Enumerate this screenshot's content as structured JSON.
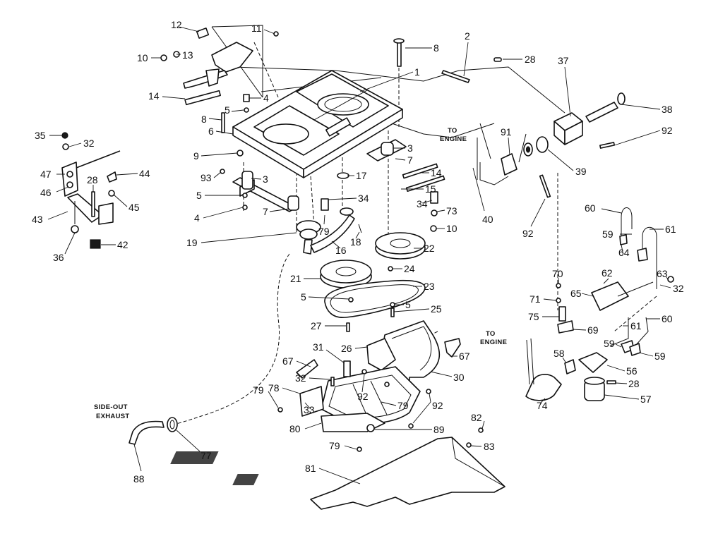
{
  "notes": {
    "to_engine_top_1": "TO",
    "to_engine_top_2": "ENGINE",
    "to_engine_right_1": "TO",
    "to_engine_right_2": "ENGINE",
    "side_out_1": "SIDE-OUT",
    "side_out_2": "EXHAUST"
  },
  "callouts": [
    {
      "id": "12",
      "text": "12"
    },
    {
      "id": "11",
      "text": "11"
    },
    {
      "id": "10a",
      "text": "10"
    },
    {
      "id": "13",
      "text": "13"
    },
    {
      "id": "14a",
      "text": "14"
    },
    {
      "id": "8a",
      "text": "8"
    },
    {
      "id": "2",
      "text": "2"
    },
    {
      "id": "28a",
      "text": "28"
    },
    {
      "id": "37",
      "text": "37"
    },
    {
      "id": "1",
      "text": "1"
    },
    {
      "id": "4a",
      "text": "4"
    },
    {
      "id": "5a",
      "text": "5"
    },
    {
      "id": "8b",
      "text": "8"
    },
    {
      "id": "6",
      "text": "6"
    },
    {
      "id": "38",
      "text": "38"
    },
    {
      "id": "92a",
      "text": "92"
    },
    {
      "id": "35",
      "text": "35"
    },
    {
      "id": "32a",
      "text": "32"
    },
    {
      "id": "91",
      "text": "91"
    },
    {
      "id": "3a",
      "text": "3"
    },
    {
      "id": "7a",
      "text": "7"
    },
    {
      "id": "9",
      "text": "9"
    },
    {
      "id": "39",
      "text": "39"
    },
    {
      "id": "47",
      "text": "47"
    },
    {
      "id": "44",
      "text": "44"
    },
    {
      "id": "93",
      "text": "93"
    },
    {
      "id": "3b",
      "text": "3"
    },
    {
      "id": "17",
      "text": "17"
    },
    {
      "id": "14b",
      "text": "14"
    },
    {
      "id": "46",
      "text": "46"
    },
    {
      "id": "28b",
      "text": "28"
    },
    {
      "id": "45",
      "text": "45"
    },
    {
      "id": "5b",
      "text": "5"
    },
    {
      "id": "15",
      "text": "15"
    },
    {
      "id": "34a",
      "text": "34"
    },
    {
      "id": "34b",
      "text": "34"
    },
    {
      "id": "73",
      "text": "73"
    },
    {
      "id": "43",
      "text": "43"
    },
    {
      "id": "4b",
      "text": "4"
    },
    {
      "id": "7b",
      "text": "7"
    },
    {
      "id": "40",
      "text": "40"
    },
    {
      "id": "92b",
      "text": "92"
    },
    {
      "id": "60a",
      "text": "60"
    },
    {
      "id": "10b",
      "text": "10"
    },
    {
      "id": "79a",
      "text": "79"
    },
    {
      "id": "59a",
      "text": "59"
    },
    {
      "id": "61a",
      "text": "61"
    },
    {
      "id": "42",
      "text": "42"
    },
    {
      "id": "19",
      "text": "19"
    },
    {
      "id": "18",
      "text": "18"
    },
    {
      "id": "22",
      "text": "22"
    },
    {
      "id": "36",
      "text": "36"
    },
    {
      "id": "16",
      "text": "16"
    },
    {
      "id": "64",
      "text": "64"
    },
    {
      "id": "24",
      "text": "24"
    },
    {
      "id": "21",
      "text": "21"
    },
    {
      "id": "70",
      "text": "70"
    },
    {
      "id": "62",
      "text": "62"
    },
    {
      "id": "63",
      "text": "63"
    },
    {
      "id": "23",
      "text": "23"
    },
    {
      "id": "32b",
      "text": "32"
    },
    {
      "id": "71",
      "text": "71"
    },
    {
      "id": "5c",
      "text": "5"
    },
    {
      "id": "65",
      "text": "65"
    },
    {
      "id": "5d",
      "text": "5"
    },
    {
      "id": "25",
      "text": "25"
    },
    {
      "id": "75",
      "text": "75"
    },
    {
      "id": "60b",
      "text": "60"
    },
    {
      "id": "61b",
      "text": "61"
    },
    {
      "id": "27",
      "text": "27"
    },
    {
      "id": "69",
      "text": "69"
    },
    {
      "id": "67a",
      "text": "67"
    },
    {
      "id": "59b",
      "text": "59"
    },
    {
      "id": "31",
      "text": "31"
    },
    {
      "id": "26",
      "text": "26"
    },
    {
      "id": "59c",
      "text": "59"
    },
    {
      "id": "58",
      "text": "58"
    },
    {
      "id": "67b",
      "text": "67"
    },
    {
      "id": "56",
      "text": "56"
    },
    {
      "id": "30",
      "text": "30"
    },
    {
      "id": "32c",
      "text": "32"
    },
    {
      "id": "28c",
      "text": "28"
    },
    {
      "id": "78",
      "text": "78"
    },
    {
      "id": "79b",
      "text": "79"
    },
    {
      "id": "92c",
      "text": "92"
    },
    {
      "id": "74",
      "text": "74"
    },
    {
      "id": "57",
      "text": "57"
    },
    {
      "id": "33",
      "text": "33"
    },
    {
      "id": "79c",
      "text": "79"
    },
    {
      "id": "92d",
      "text": "92"
    },
    {
      "id": "82",
      "text": "82"
    },
    {
      "id": "80",
      "text": "80"
    },
    {
      "id": "89",
      "text": "89"
    },
    {
      "id": "83",
      "text": "83"
    },
    {
      "id": "79d",
      "text": "79"
    },
    {
      "id": "77",
      "text": "77"
    },
    {
      "id": "81",
      "text": "81"
    },
    {
      "id": "88",
      "text": "88"
    }
  ]
}
